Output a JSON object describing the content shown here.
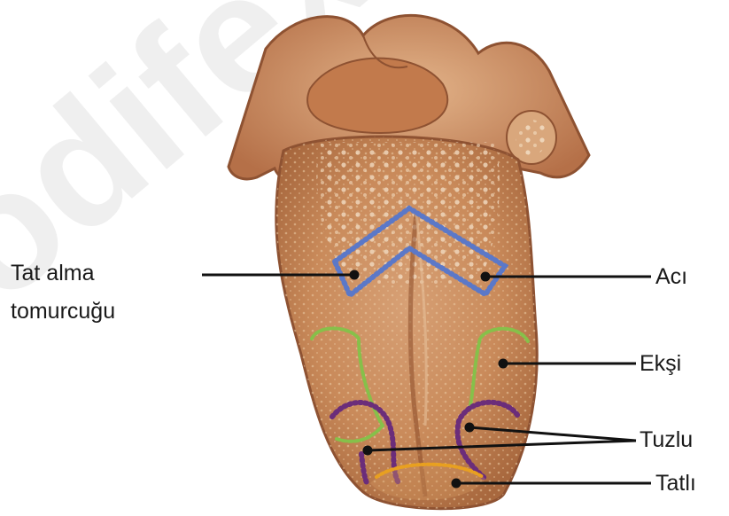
{
  "labels": {
    "taste_bud_line1": "Tat alma",
    "taste_bud_line2": "tomurcuğu",
    "bitter": "Acı",
    "sour": "Ekşi",
    "salty": "Tuzlu",
    "sweet": "Tatlı"
  },
  "watermark": "odifex",
  "colors": {
    "bitter_zone": "#5b78c8",
    "sour_zone": "#86c04a",
    "salty_zone": "#6b2d7a",
    "sweet_zone": "#e8a020",
    "tongue_base": "#c98a5a",
    "tongue_dark": "#9a5a36",
    "leader_line": "#111111"
  }
}
